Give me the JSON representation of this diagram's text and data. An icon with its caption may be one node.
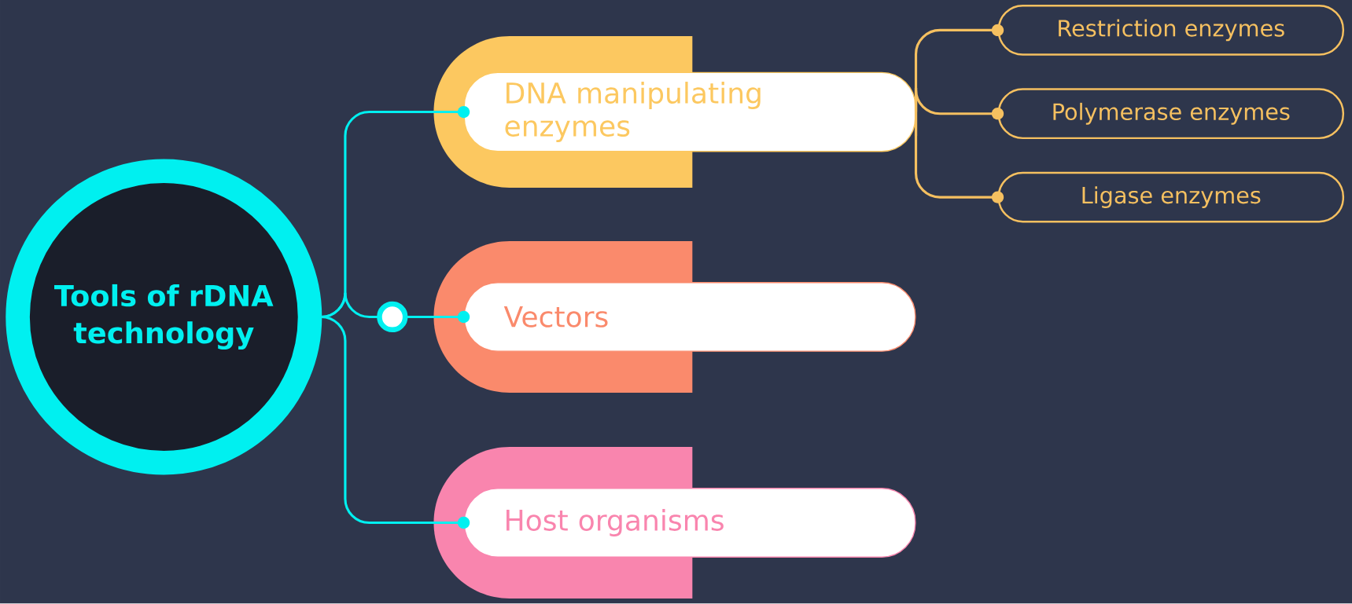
{
  "diagram": {
    "nodes": [
      {
        "text": [
          "Tools of rDNA technology"
        ]
      },
      {
        "text": [
          "DNA manipulating enzymes"
        ]
      },
      {
        "text": [
          "Vectors"
        ]
      },
      {
        "text": [
          "Host organisms"
        ]
      },
      {
        "text": [
          "Restriction enzymes"
        ]
      },
      {
        "text": [
          "Polymerase enzymes"
        ]
      },
      {
        "text": [
          "Ligase enzymes"
        ]
      }
    ],
    "edges": [
      {
        "from": 0,
        "to": 1,
        "arrow": "other"
      },
      {
        "from": 0,
        "to": 2,
        "arrow": "other"
      },
      {
        "from": 0,
        "to": 3,
        "arrow": "other"
      },
      {
        "from": 1,
        "to": 4,
        "arrow": "other",
        "color": "#f5c060"
      },
      {
        "from": 1,
        "to": 5,
        "arrow": "other",
        "color": "#f5c060"
      },
      {
        "from": 1,
        "to": 6,
        "arrow": "other",
        "color": "#f5c060"
      }
    ]
  }
}
